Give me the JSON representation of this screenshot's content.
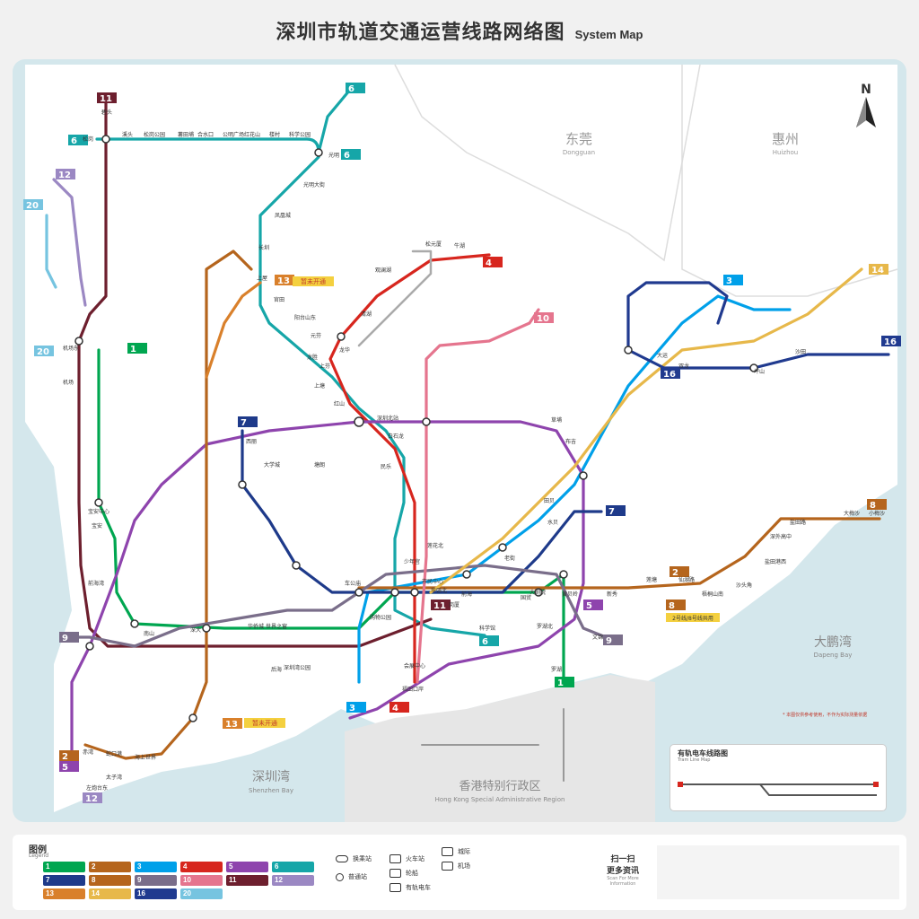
{
  "header": {
    "title_zh": "深圳市轨道交通运营线路网络图",
    "title_en": "System Map"
  },
  "compass": {
    "label": "N"
  },
  "regions": [
    {
      "zh": "东莞",
      "en": "Dongguan"
    },
    {
      "zh": "惠州",
      "en": "Huizhou"
    },
    {
      "zh": "大鹏湾",
      "en": "Dapeng Bay"
    },
    {
      "zh": "深圳湾",
      "en": "Shenzhen Bay"
    },
    {
      "zh": "香港特别行政区",
      "en": "Hong Kong Special Administrative Region"
    }
  ],
  "colors": {
    "line1": "#00a650",
    "line2": "#b5651d",
    "line3": "#00a0e9",
    "line4": "#d7261e",
    "line5": "#8e44ad",
    "line6": "#16a6a8",
    "line7": "#1e3a8a",
    "line8": "#b5651d",
    "line9": "#7a6e8a",
    "line10": "#e5758e",
    "line11": "#6d1f2e",
    "line12": "#9b88c3",
    "line13": "#d9802b",
    "line14": "#e7b84a",
    "line16": "#203a8f",
    "line20": "#76c4e0",
    "water": "#d4e7ec",
    "land": "#ffffff",
    "hk": "#e6e6e6"
  },
  "lines": [
    {
      "id": "1",
      "label": "1",
      "color": "#00a650"
    },
    {
      "id": "2",
      "label": "2",
      "color": "#b5651d"
    },
    {
      "id": "3",
      "label": "3",
      "color": "#00a0e9"
    },
    {
      "id": "4",
      "label": "4",
      "color": "#d7261e"
    },
    {
      "id": "5",
      "label": "5",
      "color": "#8e44ad"
    },
    {
      "id": "6",
      "label": "6",
      "color": "#16a6a8"
    },
    {
      "id": "7",
      "label": "7",
      "color": "#1e3a8a"
    },
    {
      "id": "8",
      "label": "8",
      "color": "#b5651d"
    },
    {
      "id": "9",
      "label": "9",
      "color": "#7a6e8a"
    },
    {
      "id": "10",
      "label": "10",
      "color": "#e5758e"
    },
    {
      "id": "11",
      "label": "11",
      "color": "#6d1f2e"
    },
    {
      "id": "12",
      "label": "12",
      "color": "#9b88c3"
    },
    {
      "id": "13",
      "label": "13",
      "color": "#d9802b"
    },
    {
      "id": "14",
      "label": "14",
      "color": "#e7b84a"
    },
    {
      "id": "16",
      "label": "16",
      "color": "#203a8f"
    },
    {
      "id": "20",
      "label": "20",
      "color": "#76c4e0"
    }
  ],
  "badges": [
    {
      "label": "11"
    },
    {
      "label": "6"
    },
    {
      "label": "6"
    },
    {
      "label": "6"
    },
    {
      "label": "12"
    },
    {
      "label": "20"
    },
    {
      "label": "1"
    },
    {
      "label": "20"
    },
    {
      "label": "13"
    },
    {
      "label": "4"
    },
    {
      "label": "10"
    },
    {
      "label": "3"
    },
    {
      "label": "14"
    },
    {
      "label": "16"
    },
    {
      "label": "16"
    },
    {
      "label": "7"
    },
    {
      "label": "7"
    },
    {
      "label": "8"
    },
    {
      "label": "2"
    },
    {
      "label": "8"
    },
    {
      "label": "5"
    },
    {
      "label": "9"
    },
    {
      "label": "9"
    },
    {
      "label": "11"
    },
    {
      "label": "6"
    },
    {
      "label": "1"
    },
    {
      "label": "3"
    },
    {
      "label": "4"
    },
    {
      "label": "13"
    },
    {
      "label": "2"
    },
    {
      "label": "5"
    },
    {
      "label": "12"
    }
  ],
  "notices": [
    {
      "text": "暂未开通"
    },
    {
      "text": "暂未开通"
    },
    {
      "text": "2号线/8号线共用"
    }
  ],
  "stations": [
    {
      "name": "碧头"
    },
    {
      "name": "松岗"
    },
    {
      "name": "溪头"
    },
    {
      "name": "松岗公园"
    },
    {
      "name": "薯田埔"
    },
    {
      "name": "合水口"
    },
    {
      "name": "公明广场"
    },
    {
      "name": "红花山"
    },
    {
      "name": "楼村"
    },
    {
      "name": "科学公园"
    },
    {
      "name": "光明"
    },
    {
      "name": "光明大街"
    },
    {
      "name": "凤凰城"
    },
    {
      "name": "长圳"
    },
    {
      "name": "上屋"
    },
    {
      "name": "官田"
    },
    {
      "name": "阳台山东"
    },
    {
      "name": "元芬"
    },
    {
      "name": "上芬"
    },
    {
      "name": "红山"
    },
    {
      "name": "深圳北站"
    },
    {
      "name": "白石龙"
    },
    {
      "name": "民乐"
    },
    {
      "name": "上塘"
    },
    {
      "name": "龙胜"
    },
    {
      "name": "龙华"
    },
    {
      "name": "清湖"
    },
    {
      "name": "观澜湖"
    },
    {
      "name": "松元厦"
    },
    {
      "name": "牛湖"
    },
    {
      "name": "福田口岸"
    },
    {
      "name": "会展中心"
    },
    {
      "name": "市民中心"
    },
    {
      "name": "少年宫"
    },
    {
      "name": "莲花北"
    },
    {
      "name": "车公庙"
    },
    {
      "name": "购物公园"
    },
    {
      "name": "岗厦"
    },
    {
      "name": "华强北"
    },
    {
      "name": "罗湖"
    },
    {
      "name": "国贸"
    },
    {
      "name": "老街"
    },
    {
      "name": "大剧院"
    },
    {
      "name": "黄贝岭"
    },
    {
      "name": "新秀"
    },
    {
      "name": "莲塘"
    },
    {
      "name": "仙湖路"
    },
    {
      "name": "梧桐山南"
    },
    {
      "name": "沙头角"
    },
    {
      "name": "盐田港西"
    },
    {
      "name": "深外高中"
    },
    {
      "name": "盐田路"
    },
    {
      "name": "大梅沙"
    },
    {
      "name": "小梅沙"
    },
    {
      "name": "布吉"
    },
    {
      "name": "草埔"
    },
    {
      "name": "大运"
    },
    {
      "name": "双龙"
    },
    {
      "name": "坪山"
    },
    {
      "name": "沙田"
    },
    {
      "name": "前海湾"
    },
    {
      "name": "宝安中心"
    },
    {
      "name": "宝安"
    },
    {
      "name": "机场东"
    },
    {
      "name": "机场"
    },
    {
      "name": "西丽"
    },
    {
      "name": "大学城"
    },
    {
      "name": "塘朗"
    },
    {
      "name": "深圳湾公园"
    },
    {
      "name": "后海"
    },
    {
      "name": "蛇口港"
    },
    {
      "name": "赤湾"
    },
    {
      "name": "海上世界"
    },
    {
      "name": "太子湾"
    },
    {
      "name": "左炮台东"
    },
    {
      "name": "南山"
    },
    {
      "name": "深大"
    },
    {
      "name": "科学馆"
    },
    {
      "name": "华侨城"
    },
    {
      "name": "世界之窗"
    },
    {
      "name": "前海"
    },
    {
      "name": "文锦"
    },
    {
      "name": "罗湖北"
    },
    {
      "name": "田贝"
    },
    {
      "name": "水贝"
    }
  ],
  "legend": {
    "title": "图例",
    "subtitle": "Legend",
    "symbols": [
      {
        "label": "换乘站"
      },
      {
        "label": "普通站"
      },
      {
        "label": "火车站"
      },
      {
        "label": "轮船"
      },
      {
        "label": "有轨电车"
      },
      {
        "label": "机场"
      },
      {
        "label": "城际"
      }
    ]
  },
  "qr": {
    "line1": "扫一扫",
    "line2": "更多资讯",
    "line3": "Scan For More Information"
  },
  "tram_map": {
    "title": "有轨电车线路图",
    "subtitle": "Tram Line Map"
  },
  "note": {
    "text": "* 本图仅供参考使用，不作为实际测量依据"
  }
}
